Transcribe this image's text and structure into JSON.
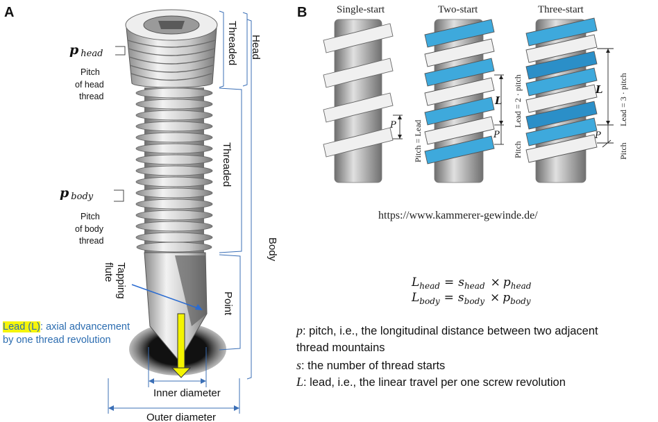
{
  "panel_a": {
    "label": "A",
    "head": "Head",
    "body": "Body",
    "threaded_head": "Threaded",
    "threaded_body": "Threaded",
    "point": "Point",
    "p_head_symbol": "p",
    "p_head_sub": "head",
    "pitch_head": [
      "Pitch",
      "of head",
      "thread"
    ],
    "p_body_symbol": "p",
    "p_body_sub": "body",
    "pitch_body": [
      "Pitch",
      "of body",
      "thread"
    ],
    "tapping_flute": [
      "Tapping",
      "flute"
    ],
    "lead_term": "Lead (L)",
    "lead_desc_1": ": axial advancement",
    "lead_desc_2": "by one thread revolution",
    "inner_diameter": "Inner diameter",
    "outer_diameter": "Outer diameter"
  },
  "panel_b": {
    "label": "B",
    "titles": [
      "Single-start",
      "Two-start",
      "Three-start"
    ],
    "single_label": "Pitch = Lead",
    "two_lead": "Lead = 2 · pitch",
    "two_pitch": "Pitch",
    "three_lead": "Lead = 3 · pitch",
    "three_pitch": "Pitch",
    "P": "P",
    "L": "L",
    "url": "https://www.kammerer-gewinde.de/"
  },
  "formulas": {
    "l_head": "L",
    "l_head_sub": "head",
    "s_head": "s",
    "s_head_sub": "head",
    "p_head": "p",
    "p_head_sub": "head",
    "l_body": "L",
    "l_body_sub": "body",
    "s_body": "s",
    "s_body_sub": "body",
    "p_body": "p",
    "p_body_sub": "body",
    "eq": "=",
    "times": "×"
  },
  "definitions": {
    "p_sym": "p",
    "p_text": ": pitch, i.e., the longitudinal distance between two adjacent",
    "p_text_2": "thread mountains",
    "s_sym": "s",
    "s_text": ": the number of thread starts",
    "l_sym": "L",
    "l_text": ": lead, i.e., the linear travel per one screw revolution"
  },
  "colors": {
    "screw_light": "#e9e9e9",
    "screw_mid": "#bcbcbc",
    "screw_dark": "#7d7d7d",
    "blue_thread": "#3ea9dc",
    "bracket": "#3b6fb6",
    "arrow_yellow": "#f4f400",
    "lead_text": "#2b6cb0"
  }
}
